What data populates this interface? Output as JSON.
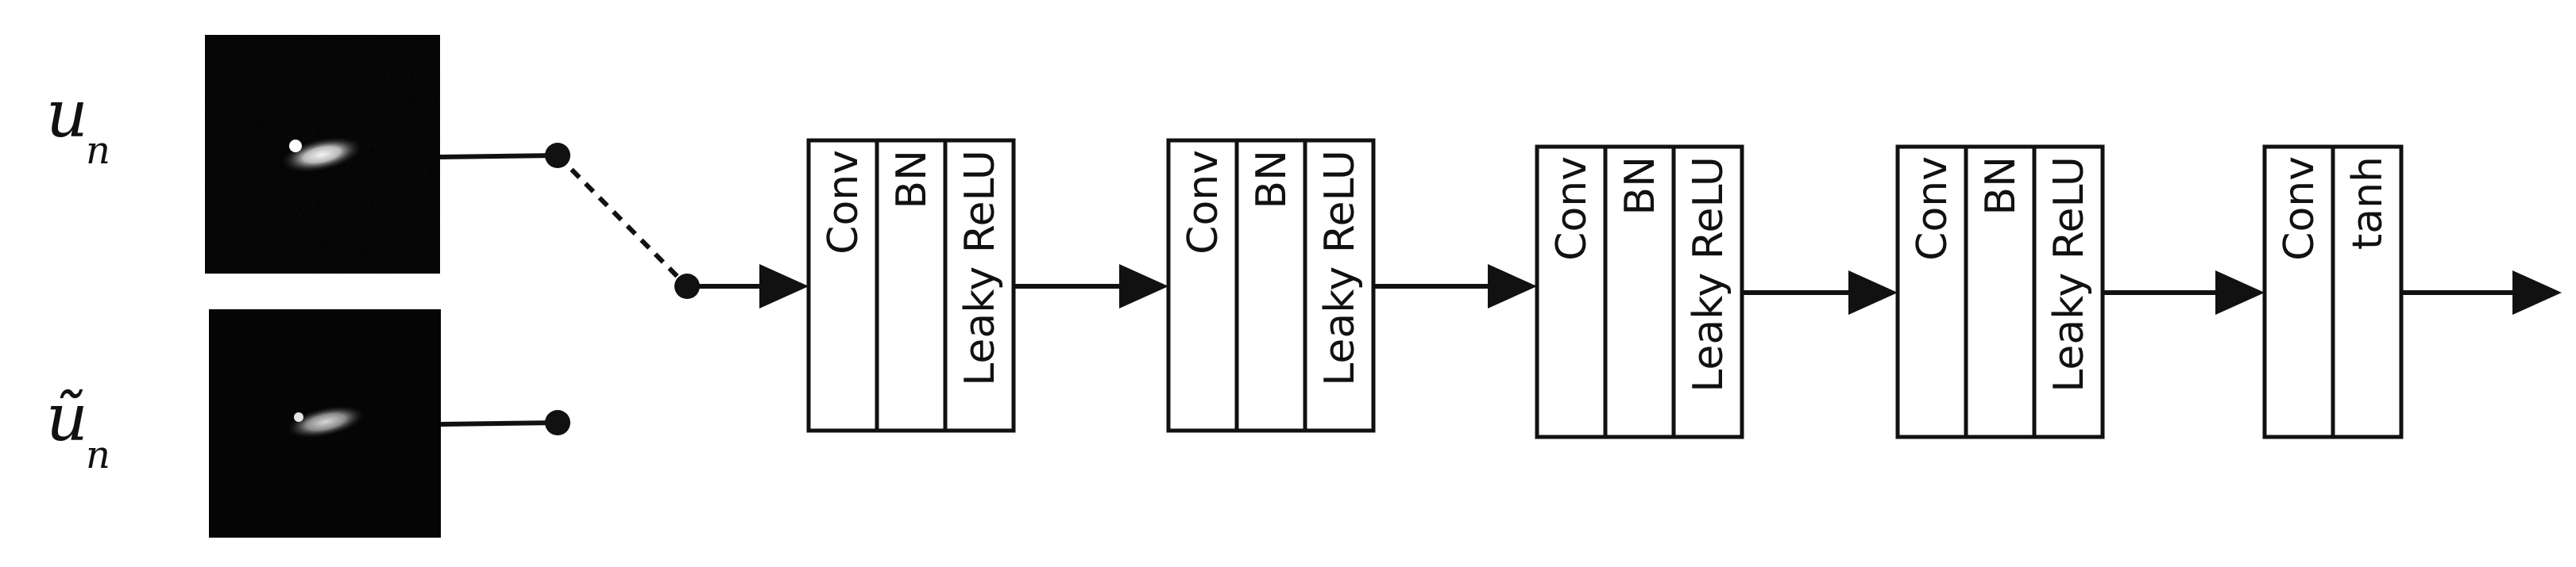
{
  "inputs": [
    {
      "symbol": "u",
      "subscript": "n"
    },
    {
      "symbol": "ũ",
      "subscript": "n"
    }
  ],
  "blocks": [
    {
      "layers": [
        "Conv",
        "BN",
        "Leaky ReLU"
      ]
    },
    {
      "layers": [
        "Conv",
        "BN",
        "Leaky ReLU"
      ]
    },
    {
      "layers": [
        "Conv",
        "BN",
        "Leaky ReLU"
      ]
    },
    {
      "layers": [
        "Conv",
        "BN",
        "Leaky ReLU"
      ]
    },
    {
      "layers": [
        "Conv",
        "tanh"
      ]
    }
  ],
  "colors": {
    "stroke": "#111111",
    "image_bg": "#050505"
  }
}
